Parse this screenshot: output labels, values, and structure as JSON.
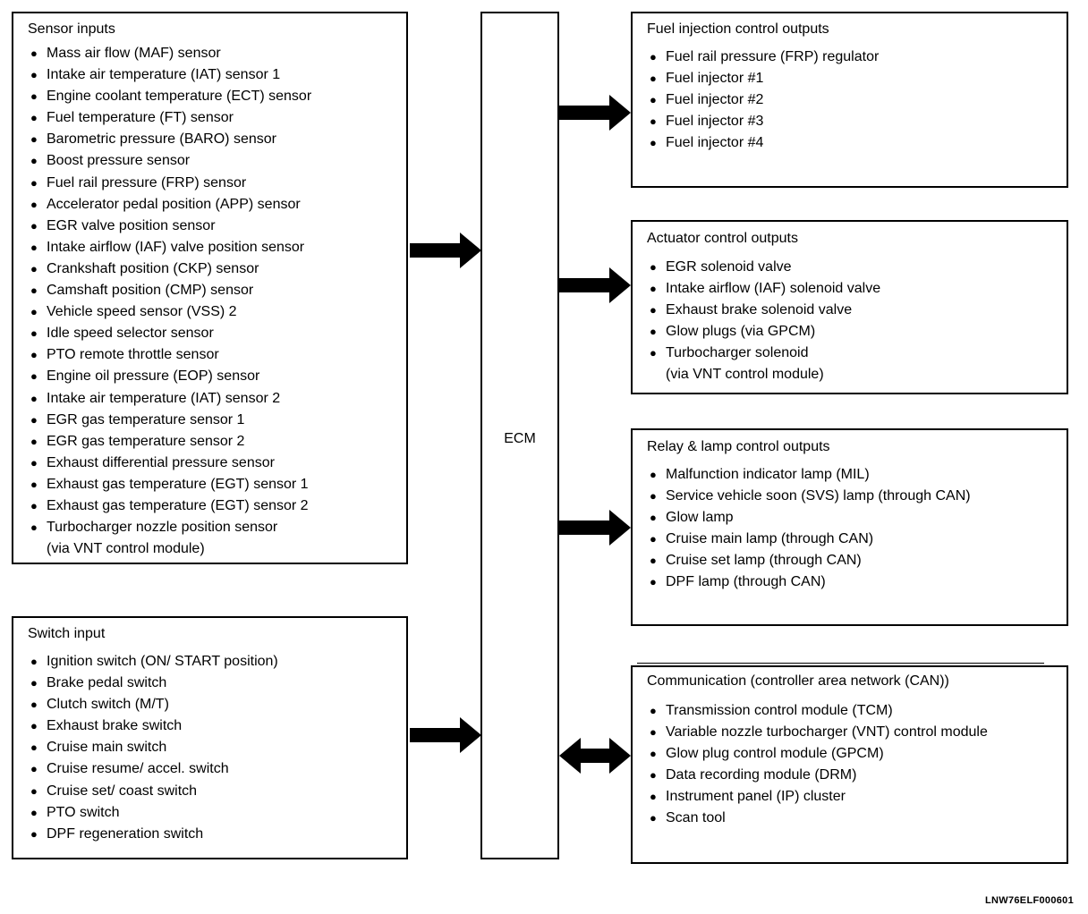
{
  "ecm": {
    "label": "ECM"
  },
  "sensor_inputs": {
    "title": "Sensor inputs",
    "items": [
      "Mass air flow (MAF) sensor",
      "Intake air temperature (IAT) sensor 1",
      "Engine coolant temperature (ECT) sensor",
      "Fuel temperature (FT) sensor",
      "Barometric pressure (BARO) sensor",
      "Boost pressure sensor",
      "Fuel rail pressure (FRP) sensor",
      "Accelerator pedal position (APP) sensor",
      "EGR valve position sensor",
      "Intake airflow (IAF) valve position sensor",
      "Crankshaft position (CKP) sensor",
      "Camshaft position (CMP) sensor",
      "Vehicle speed sensor (VSS) 2",
      "Idle speed selector sensor",
      "PTO remote throttle sensor",
      "Engine oil pressure (EOP) sensor",
      "Intake air temperature (IAT) sensor 2",
      "EGR gas temperature sensor 1",
      "EGR gas temperature sensor 2",
      "Exhaust differential pressure sensor",
      "Exhaust gas temperature (EGT) sensor 1",
      "Exhaust gas temperature (EGT) sensor 2",
      "Turbocharger nozzle position sensor",
      "(via VNT control module)"
    ]
  },
  "switch_input": {
    "title": "Switch input",
    "items": [
      "Ignition switch (ON/ START position)",
      "Brake pedal switch",
      "Clutch switch (M/T)",
      "Exhaust brake switch",
      "Cruise main switch",
      "Cruise resume/ accel. switch",
      "Cruise set/ coast switch",
      "PTO switch",
      "DPF regeneration switch"
    ]
  },
  "fuel_injection_outputs": {
    "title": "Fuel injection control outputs",
    "items": [
      "Fuel rail pressure (FRP) regulator",
      "Fuel injector #1",
      "Fuel injector #2",
      "Fuel injector #3",
      "Fuel injector #4"
    ]
  },
  "actuator_outputs": {
    "title": "Actuator control outputs",
    "items": [
      "EGR solenoid valve",
      "Intake airflow (IAF) solenoid valve",
      "Exhaust brake solenoid valve",
      "Glow plugs (via GPCM)",
      "Turbocharger solenoid",
      "(via VNT control module)"
    ]
  },
  "relay_lamp_outputs": {
    "title": "Relay & lamp control outputs",
    "items": [
      "Malfunction indicator lamp (MIL)",
      "Service vehicle soon (SVS) lamp (through CAN)",
      "Glow lamp",
      "Cruise main lamp (through CAN)",
      "Cruise set lamp (through CAN)",
      "DPF lamp (through CAN)"
    ]
  },
  "communication": {
    "title": "Communication  (controller area network (CAN))",
    "items": [
      "Transmission control module (TCM)",
      "Variable nozzle turbocharger (VNT) control module",
      "Glow plug control module (GPCM)",
      "Data recording module (DRM)",
      "Instrument panel (IP) cluster",
      "Scan tool"
    ]
  },
  "footer": {
    "code": "LNW76ELF000601"
  },
  "colors": {
    "line": "#000000",
    "background": "#ffffff"
  }
}
